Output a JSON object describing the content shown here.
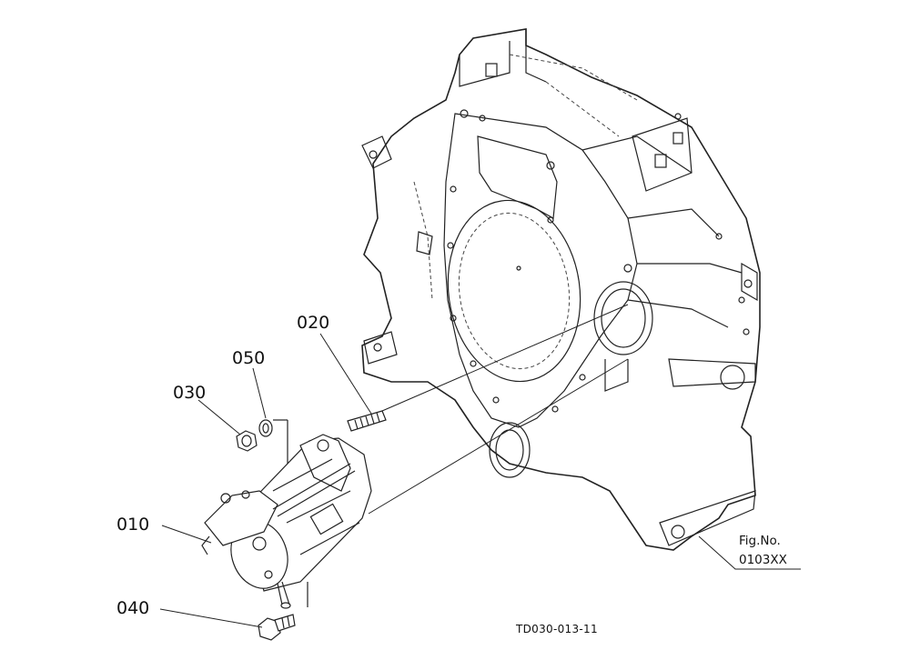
{
  "parts": {
    "p010": "010",
    "p020": "020",
    "p030": "030",
    "p040": "040",
    "p050": "050"
  },
  "figure": {
    "fig_label": "Fig.No.",
    "fig_number": "0103XX"
  },
  "drawing_code": "TD030-013-11"
}
